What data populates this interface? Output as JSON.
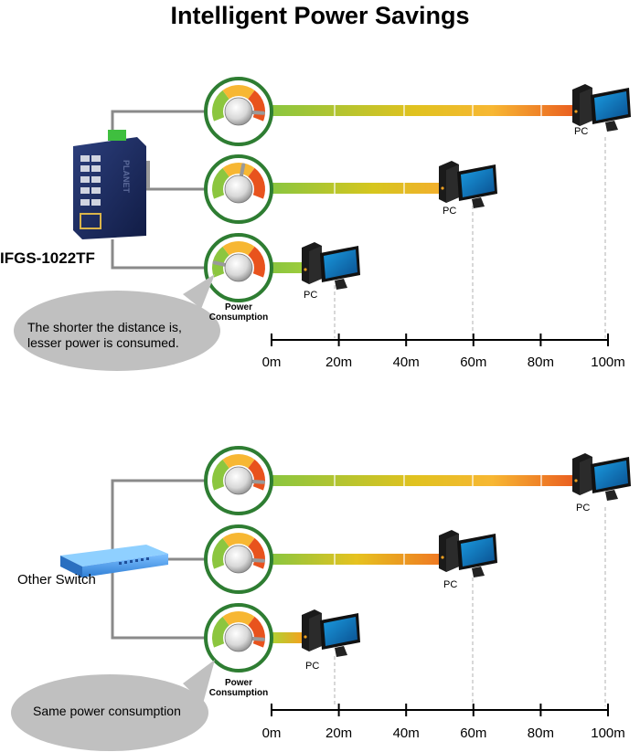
{
  "title": "Intelligent Power Savings",
  "top": {
    "device": "IFGS-1022TF",
    "bubble": [
      "The shorter the distance is,",
      "lesser power is consumed."
    ],
    "gauge_caption": [
      "Power",
      "Consumption"
    ],
    "pc_label": "PC",
    "links": [
      {
        "distance": "100m",
        "power_level": 0.92
      },
      {
        "distance": "60m",
        "power_level": 0.55
      },
      {
        "distance": "20m",
        "power_level": 0.15
      }
    ]
  },
  "bottom": {
    "device": "Other Switch",
    "bubble": [
      "Same power consumption"
    ],
    "gauge_caption": [
      "Power",
      "Consumption"
    ],
    "pc_label": "PC",
    "links": [
      {
        "distance": "100m",
        "power_level": 0.92
      },
      {
        "distance": "60m",
        "power_level": 0.92
      },
      {
        "distance": "20m",
        "power_level": 0.92
      }
    ]
  },
  "axis_ticks": [
    "0m",
    "20m",
    "40m",
    "60m",
    "80m",
    "100m"
  ],
  "colors": {
    "gauge_ring": "#2e7d32",
    "bar_start": "#8cc63f",
    "bar_mid": "#f7b733",
    "bar_end": "#e8531d",
    "bubble": "#c0c0c0",
    "switch_top": "#1b2a5e",
    "other_switch": "#3a8ee6"
  }
}
